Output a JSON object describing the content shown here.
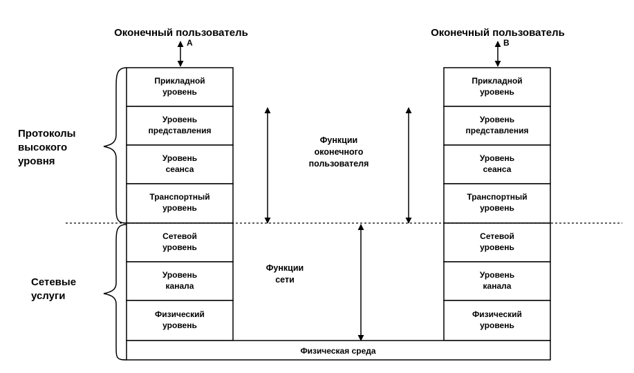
{
  "end_user_a": {
    "title": "Оконечный пользователь",
    "letter": "A"
  },
  "end_user_b": {
    "title": "Оконечный пользователь",
    "letter": "B"
  },
  "stack_a": [
    [
      "Прикладной",
      "уровень"
    ],
    [
      "Уровень",
      "представления"
    ],
    [
      "Уровень",
      "сеанса"
    ],
    [
      "Транспортный",
      "уровень"
    ],
    [
      "Сетевой",
      "уровень"
    ],
    [
      "Уровень",
      "канала"
    ],
    [
      "Физический",
      "уровень"
    ]
  ],
  "stack_b": [
    [
      "Прикладной",
      "уровень"
    ],
    [
      "Уровень",
      "представления"
    ],
    [
      "Уровень",
      "сеанса"
    ],
    [
      "Транспортный",
      "уровень"
    ],
    [
      "Сетевой",
      "уровень"
    ],
    [
      "Уровень",
      "канала"
    ],
    [
      "Физический",
      "уровень"
    ]
  ],
  "high_level_label": [
    "Протоколы",
    "высокого",
    "уровня"
  ],
  "network_services_label": [
    "Сетевые",
    "услуги"
  ],
  "end_user_functions": [
    "Функции",
    "оконечного",
    "пользователя"
  ],
  "network_functions": [
    "Функции",
    "сети"
  ],
  "physical_medium": "Физическая среда",
  "colors": {
    "ink": "#000000",
    "background": "#ffffff"
  }
}
